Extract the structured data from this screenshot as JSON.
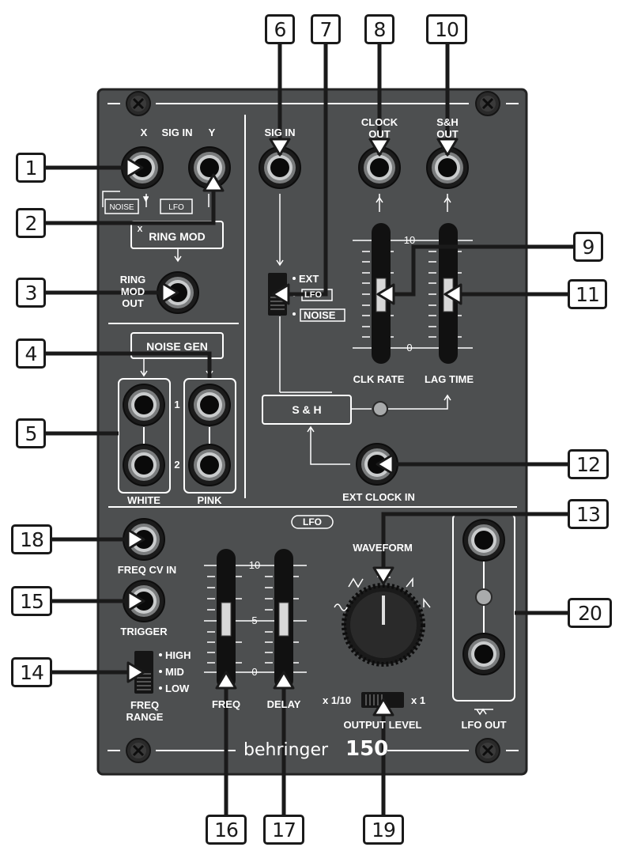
{
  "panel": {
    "ring_mod": {
      "sig_in_x": "X",
      "sig_in_label": "SIG IN",
      "sig_in_y": "Y",
      "noise_tag": "NOISE",
      "lfo_tag": "LFO",
      "ring_mod_box": "RING MOD",
      "x_mark": "X",
      "out_label_1": "RING",
      "out_label_2": "MOD",
      "out_label_3": "OUT"
    },
    "noise_gen": {
      "box": "NOISE GEN",
      "row1": "1",
      "row2": "2",
      "white": "WHITE",
      "pink": "PINK"
    },
    "sample_hold": {
      "sig_in": "SIG IN",
      "clock_out_1": "CLOCK",
      "clock_out_2": "OUT",
      "sh_out_1": "S&H",
      "sh_out_2": "OUT",
      "switch_ext": "EXT",
      "switch_lfo": "LFO",
      "switch_noise": "NOISE",
      "scale_10": "10",
      "scale_0": "0",
      "clk_rate": "CLK RATE",
      "lag_time": "LAG TIME",
      "sh_box": "S & H",
      "ext_clock_in": "EXT CLOCK IN"
    },
    "lfo": {
      "badge": "LFO",
      "freq_cv_in": "FREQ CV IN",
      "trigger": "TRIGGER",
      "range_high": "HIGH",
      "range_mid": "MID",
      "range_low": "LOW",
      "freq_range_1": "FREQ",
      "freq_range_2": "RANGE",
      "scale_10": "10",
      "scale_5": "5",
      "scale_0": "0",
      "freq": "FREQ",
      "delay": "DELAY",
      "waveform": "WAVEFORM",
      "output_x110": "x 1/10",
      "output_x1": "x 1",
      "output_level": "OUTPUT LEVEL",
      "lfo_out": "LFO OUT"
    },
    "brand": {
      "name": "behringer",
      "model": "150"
    }
  },
  "callouts": [
    "1",
    "2",
    "3",
    "4",
    "5",
    "6",
    "7",
    "8",
    "9",
    "10",
    "11",
    "12",
    "13",
    "14",
    "15",
    "16",
    "17",
    "18",
    "19",
    "20"
  ],
  "colors": {
    "panel": "#4d4f50",
    "panel_border": "#232323",
    "line": "#ffffff",
    "jack_ring": "#1b1b1b",
    "jack_hole": "#0a0a0a",
    "callout_border": "#1a1a1a"
  }
}
